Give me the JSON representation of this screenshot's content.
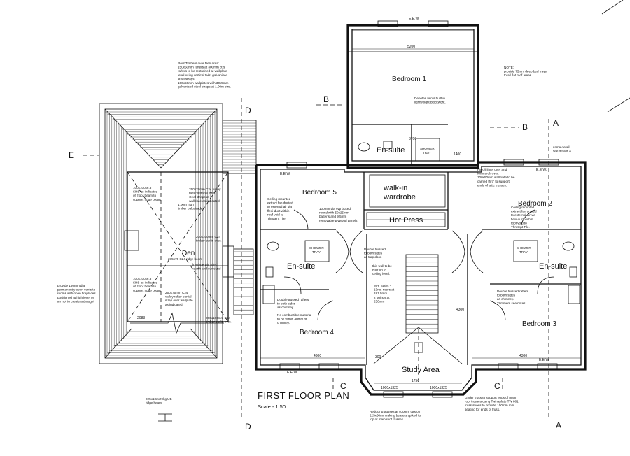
{
  "drawing": {
    "title": "FIRST FLOOR PLAN",
    "scale": "Scale - 1:50"
  },
  "rooms": {
    "bedroom1": "Bedroom 1",
    "bedroom2": "Bedroom 2",
    "bedroom3": "Bedroom 3",
    "bedroom4": "Bedroom 4",
    "bedroom5": "Bedroom 5",
    "den": "Den",
    "ensuite_top": "En-suite",
    "ensuite_left": "En-suite",
    "ensuite_right": "En-suite",
    "walkin_line1": "walk-in",
    "walkin_line2": "wardrobe",
    "hot_press": "Hot Press",
    "study": "Study Area"
  },
  "section_marks": {
    "a_top": "A",
    "a_bottom": "A",
    "b_left": "B",
    "b_right": "B",
    "c_left": "C",
    "c_right": "C",
    "d_top": "D",
    "d_bottom": "D",
    "e_left": "E"
  },
  "fixtures": {
    "shower_top_1": "SHOWER",
    "shower_top_2": "TRAY",
    "shower_left_1": "SHOWER",
    "shower_left_2": "TRAY",
    "shower_right_1": "SHOWER",
    "shower_right_2": "TRAY"
  },
  "dimensions": {
    "d5200": "5200",
    "d4300_left": "4300",
    "d4300_right": "4300",
    "d4300_center": "4300",
    "d3700": "3700",
    "d1400": "1400",
    "d2083": "2083",
    "d1750": "1750",
    "d300": "300",
    "eew_top": "E.E.W.",
    "eew_left": "E.E.W.",
    "eew_right": "E.E.W.",
    "eew_bl": "E.E.W.",
    "eew_br": "E.E.W.",
    "w1000": "1000x1325",
    "w1000b": "1000x1325"
  },
  "notes": {
    "roof_timbers": [
      "Roof Timbers over Den area:",
      "150x50mm rafters at 300mm ctrs",
      "rafters to be restrained at wallplate",
      "level using vertical twist galvanised",
      "steel straps.",
      "100x50mm wallplates with 30x5mm",
      "galvanised steel straps at 1.00m ctrs."
    ],
    "ceiling_fan_left": [
      "Ceiling mounted",
      "extract fan ducted",
      "to external air via",
      "flexi-duct within",
      "roof void to",
      "Thrutent Tile."
    ],
    "duct_panels": [
      "100mm dia svp boxed",
      "round with 50x25mm",
      "battens and 9.5mm",
      "removable plywood panels"
    ],
    "fix_lintel": [
      "Fix c/f lintel over and",
      "form arch over.",
      "100x50mm wallplate to be",
      "carried thro' to support",
      "ends of attic trusses."
    ],
    "ceiling_fan_right": [
      "Ceiling mounted",
      "extract fan ducted",
      "to external air via",
      "flexi-duct within",
      "roof void to",
      "Thrutent Tile."
    ],
    "double_trussed_left": [
      "Double trussed rafters",
      "to both sides",
      "as chimney."
    ],
    "combustible": [
      "No combustible material",
      "to be within 40mm of",
      "chimney."
    ],
    "double_trussed_right": [
      "Double trussed rafters",
      "to both sides",
      "as chimney.",
      "Trimmers see notes."
    ],
    "trap_door": [
      "Double trussed",
      "to both sides",
      "as trap door."
    ],
    "wall_big": [
      "this wall to be",
      "built up to",
      "ceiling level."
    ],
    "girder": [
      "Girder truss to support ends of main",
      "roof trusses using Twinaplate TW 801",
      "truss shoes to provide 100mm min",
      "seating for ends of truss."
    ],
    "reducing": [
      "Reducing trusses at 400mm ctrs on",
      "225x50mm raking bearers spiked to",
      "top of main roof trusses."
    ],
    "provide_vents": [
      "provide 150mm dia",
      "permanently open vents to",
      "rooms with open fireplaces",
      "positioned at high level on",
      "an not to create a draught"
    ],
    "ridge_beam": [
      "225x102x29kg UB",
      "ridge beam."
    ],
    "den_beams": [
      "100x100x6.3",
      "SHS as indicated",
      "off floor beam to",
      "support ridge beam"
    ],
    "den_beams2": [
      "100x100x6.3",
      "SHS as indicated",
      "off floor beam to",
      "support ridge beam"
    ],
    "fireplace": [
      "fireplace with tiled",
      "hearth and surround"
    ],
    "high_timber": [
      "1.00m high",
      "timber balustrade."
    ],
    "top_note": [
      "NOTE:",
      "provide 75mm deep bed trays",
      "to all flat roof areas"
    ],
    "vents_wc": [
      "Denotes vents built in",
      "lightweight blockwork."
    ],
    "mh": [
      "MH. Stairs -",
      "13no. risers at",
      "181.5mm.",
      "2 goings at",
      "250mm"
    ],
    "c24_a": [
      "250x75mm C24 valley",
      "rafter vertical twist",
      "steel straps at",
      "wallplate as indicated."
    ],
    "c24_b": [
      "200x100mm C24",
      "timber purlin over."
    ],
    "c24_c": [
      "275x75 C24 ridge beam"
    ],
    "c24_d": [
      "250x75mm C24",
      "valley rafter partial",
      "strap over wallplate",
      "as indicated."
    ],
    "c24_e": [
      "200x100mm C24",
      "timber purlin over."
    ],
    "right_top": [
      "same detail",
      "see details A."
    ],
    "box_right": "1400"
  }
}
